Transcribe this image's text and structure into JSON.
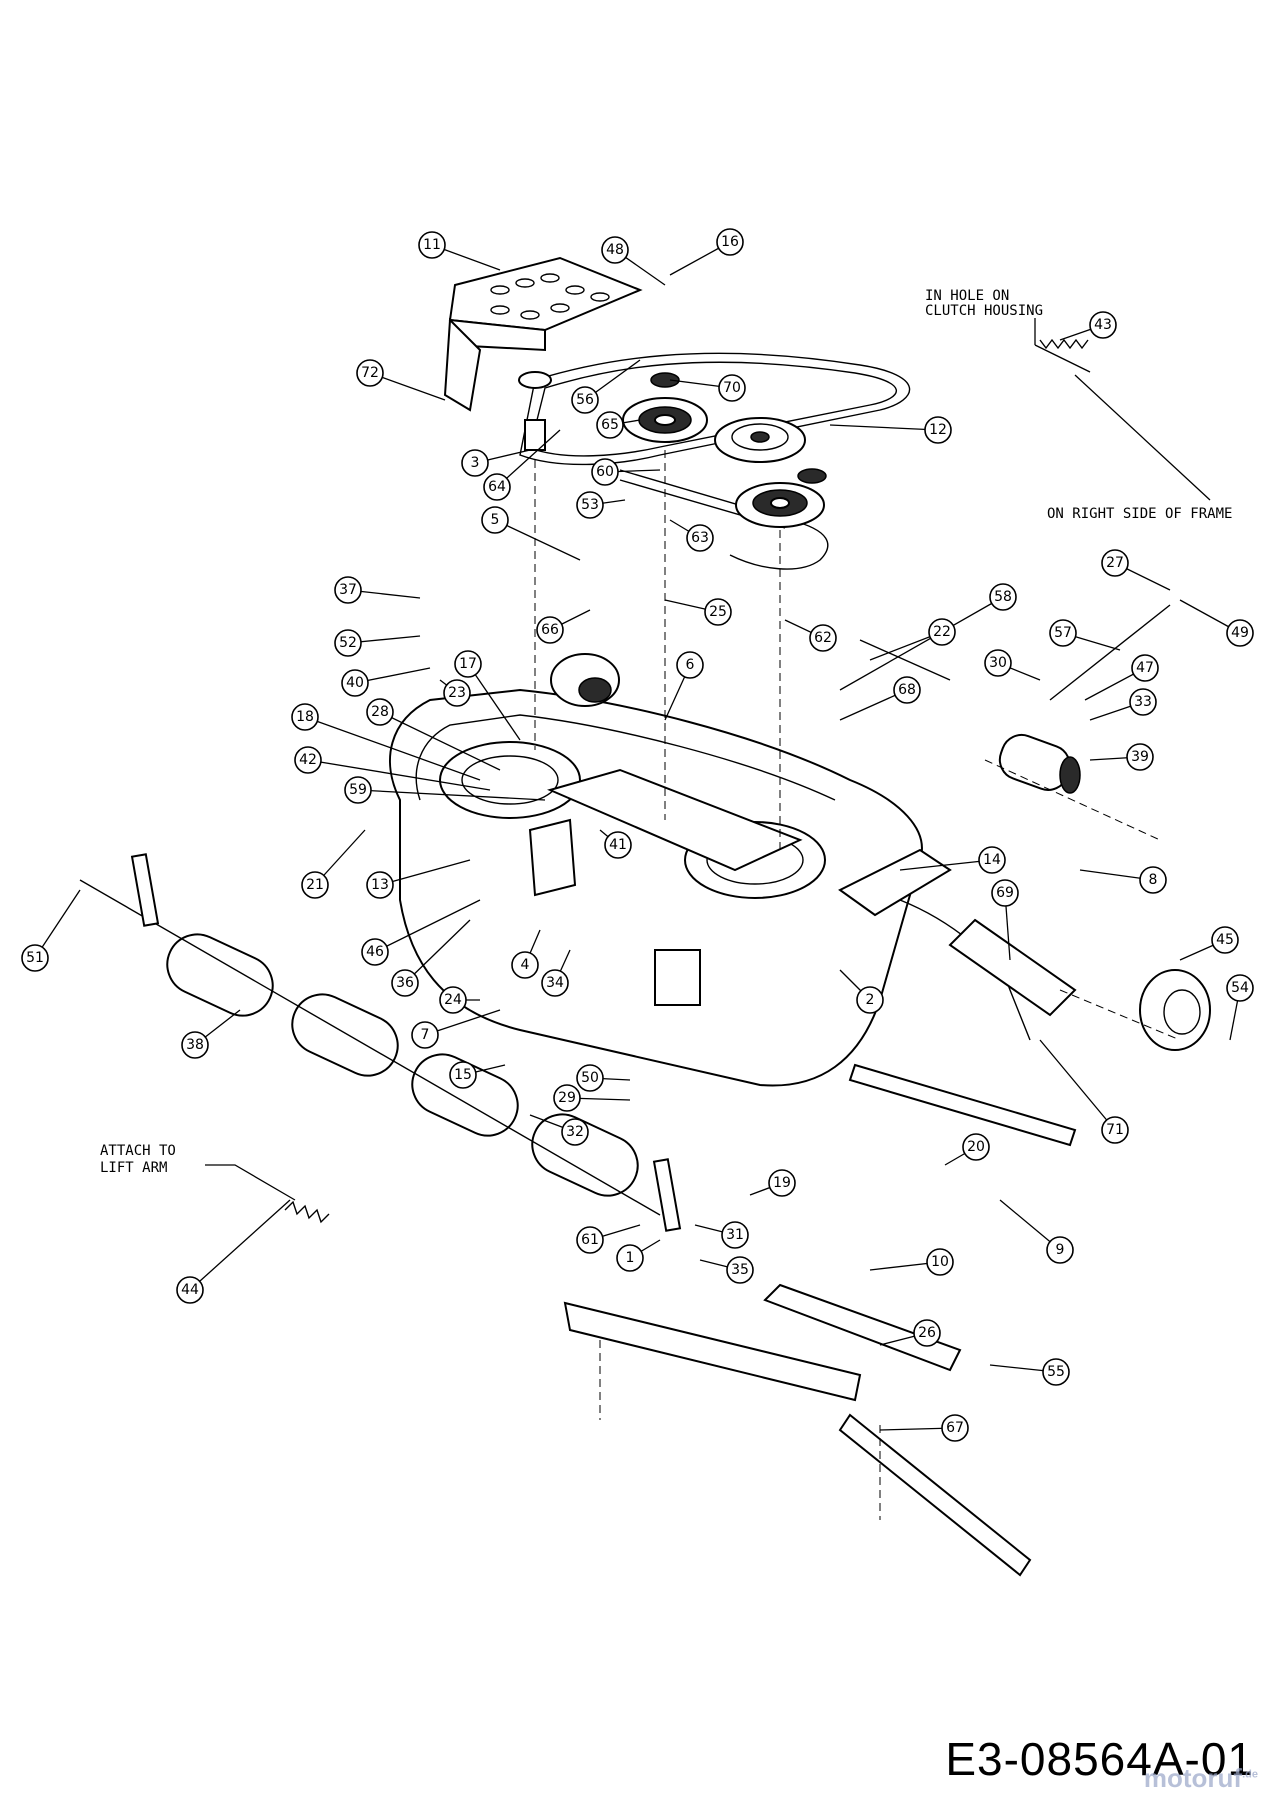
{
  "drawing_id": "E3-08564A-01",
  "watermark": {
    "brand": "motoruf",
    "tld": ".de"
  },
  "notes": {
    "hole_line1": "IN HOLE ON",
    "hole_line2": "CLUTCH HOUSING",
    "right_side": "ON RIGHT SIDE OF FRAME",
    "attach_line1": "ATTACH TO",
    "attach_line2": "LIFT ARM"
  },
  "callouts": [
    "11",
    "48",
    "16",
    "72",
    "56",
    "70",
    "65",
    "12",
    "3",
    "64",
    "60",
    "53",
    "63",
    "5",
    "66",
    "25",
    "62",
    "37",
    "52",
    "40",
    "23",
    "17",
    "18",
    "28",
    "42",
    "59",
    "6",
    "58",
    "22",
    "27",
    "49",
    "57",
    "47",
    "33",
    "39",
    "68",
    "30",
    "14",
    "8",
    "45",
    "54",
    "69",
    "71",
    "13",
    "21",
    "46",
    "36",
    "41",
    "4",
    "24",
    "34",
    "2",
    "7",
    "15",
    "50",
    "29",
    "32",
    "38",
    "61",
    "1",
    "31",
    "35",
    "51",
    "44",
    "9",
    "10",
    "19",
    "20",
    "26",
    "55",
    "67",
    "43"
  ]
}
